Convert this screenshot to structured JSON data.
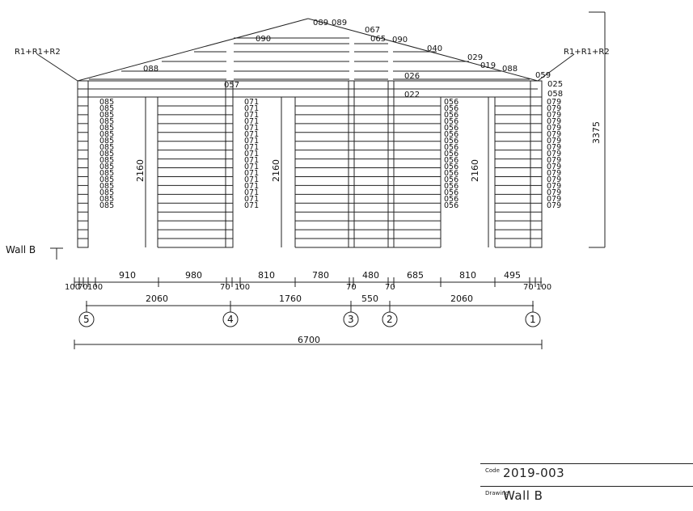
{
  "labels": {
    "roof_left": "R1+R1+R2",
    "roof_right": "R1+R1+R2",
    "wall_view": "Wall B",
    "total_height": "3375",
    "door_height": "2160",
    "overall_length": "6700"
  },
  "gable_labels": [
    "089",
    "089",
    "067",
    "065",
    "090",
    "090",
    "040",
    "029",
    "019",
    "088",
    "088",
    "059",
    "025",
    "058",
    "057",
    "026",
    "022"
  ],
  "column_labels": {
    "col1": "085",
    "col2": "071",
    "col3": "056",
    "col4": "079",
    "rows": 17
  },
  "dim_row1": [
    "910",
    "980",
    "810",
    "780",
    "480",
    "685",
    "810",
    "495"
  ],
  "dim_row1_small_left": [
    "100",
    "70",
    "100"
  ],
  "dim_row1_small_mid": [
    "70",
    "100",
    "70",
    "70"
  ],
  "dim_row1_small_right": [
    "70",
    "100"
  ],
  "dim_row2": [
    "2060",
    "1760",
    "550",
    "2060"
  ],
  "axes": [
    "5",
    "4",
    "3",
    "2",
    "1"
  ],
  "title_block": {
    "code_key": "Code",
    "code_value": "2019-003",
    "drawing_key": "Drawing",
    "drawing_value": "Wall B"
  }
}
